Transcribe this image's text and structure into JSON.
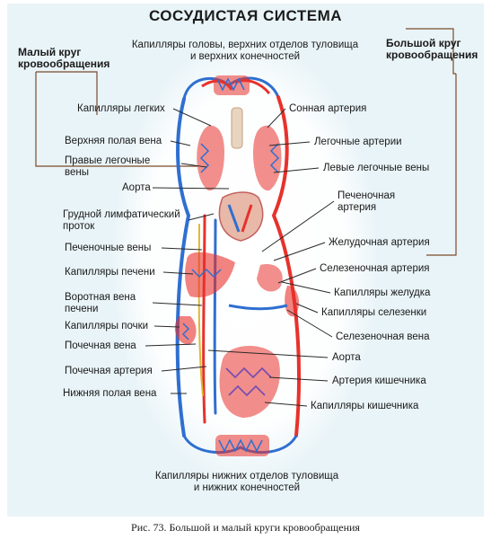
{
  "title": "СОСУДИСТАЯ СИСТЕМА",
  "left_heading": [
    "Малый круг",
    "кровообращения"
  ],
  "right_heading": [
    "Большой круг",
    "кровообращения"
  ],
  "top_label": [
    "Капилляры головы, верхних отделов туловища",
    "и верхних конечностей"
  ],
  "bottom_label": [
    "Капилляры нижних отделов туловища",
    "и нижних конечностей"
  ],
  "left_labels": [
    [
      "Капилляры легких"
    ],
    [
      "Верхняя полая вена"
    ],
    [
      "Правые легочные",
      "вены"
    ],
    [
      "Аорта"
    ],
    [
      "Грудной лимфатический",
      "проток"
    ],
    [
      "Печеночные вены"
    ],
    [
      "Капилляры печени"
    ],
    [
      "Воротная вена",
      "печени"
    ],
    [
      "Капилляры почки"
    ],
    [
      "Почечная вена"
    ],
    [
      "Почечная артерия"
    ],
    [
      "Нижняя полая вена"
    ]
  ],
  "right_labels": [
    [
      "Сонная артерия"
    ],
    [
      "Легочные артерии"
    ],
    [
      "Левые легочные вены"
    ],
    [
      "Печеночная",
      "артерия"
    ],
    [
      "Желудочная артерия"
    ],
    [
      "Селезеночная артерия"
    ],
    [
      "Капилляры желудка"
    ],
    [
      "Капилляры селезенки"
    ],
    [
      "Селезеночная вена"
    ],
    [
      "Аорта"
    ],
    [
      "Артерия кишечника"
    ],
    [
      "Капилляры кишечника"
    ]
  ],
  "caption": "Рис. 73. Большой и малый круги кровообращения",
  "colors": {
    "artery": "#e8312b",
    "vein": "#2f6fd0",
    "lymph": "#e0b830",
    "bracket": "#7a4a2a",
    "leader": "#2a2a2a"
  }
}
